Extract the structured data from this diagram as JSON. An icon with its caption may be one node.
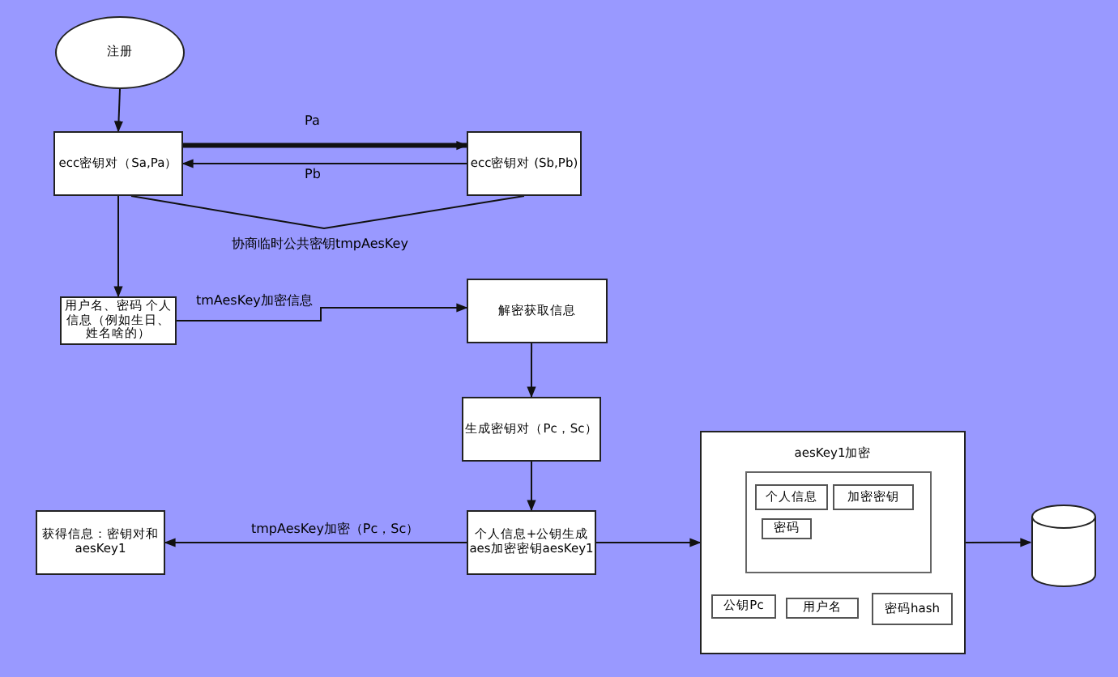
{
  "diagram": {
    "nodes": [
      {
        "text": [
          "注册"
        ]
      },
      {
        "text": [
          "ecc密钥对（Sa,Pa）"
        ]
      },
      {
        "text": [
          "ecc密钥对 (Sb,Pb)"
        ]
      },
      {
        "text": [
          "用户名、密码 个人信息（例如生日、姓名啥的）"
        ]
      },
      {
        "text": [
          "解密获取信息"
        ]
      },
      {
        "text": [
          "生成密钥对（Pc，Sc）"
        ]
      },
      {
        "text": [
          "获得信息：密钥对和aesKey1"
        ]
      },
      {
        "text": [
          "个人信息+公钥生成aes加密密钥aesKey1"
        ]
      },
      {
        "text": [
          "aesKey1加密"
        ]
      },
      {
        "text": [],
        "shape": "box",
        "in": 8
      },
      {
        "text": [
          "个人信息"
        ],
        "in": 9
      },
      {
        "text": [
          "加密密钥"
        ],
        "in": 9
      },
      {
        "text": [
          "密码"
        ],
        "in": 9
      },
      {
        "text": [
          "公钥Pc"
        ],
        "in": 8
      },
      {
        "text": [
          "用户名"
        ],
        "in": 8
      },
      {
        "text": [
          "密码hash"
        ],
        "in": 8
      },
      {
        "text": [],
        "shape": "cylinder"
      }
    ],
    "edges": [
      {
        "from": 0,
        "to": 1,
        "arrow": "to"
      },
      {
        "from": 1,
        "to": 2,
        "arrow": "to",
        "label": "Pa",
        "style": "thick"
      },
      {
        "from": 2,
        "to": 1,
        "arrow": "to",
        "label": "Pb"
      },
      {
        "from": 1,
        "to": 2,
        "arrow": "none",
        "label": "协商临时公共密钥tmpAesKey"
      },
      {
        "from": 1,
        "to": 3,
        "arrow": "to"
      },
      {
        "from": 3,
        "to": 4,
        "arrow": "to",
        "label": "tmAesKey加密信息"
      },
      {
        "from": 4,
        "to": 5,
        "arrow": "to"
      },
      {
        "from": 5,
        "to": 7,
        "arrow": "to"
      },
      {
        "from": 7,
        "to": 6,
        "arrow": "to",
        "label": "tmpAesKey加密（Pc，Sc）"
      },
      {
        "from": 7,
        "to": 8,
        "arrow": "to"
      },
      {
        "from": 8,
        "to": 16,
        "arrow": "to"
      }
    ]
  }
}
